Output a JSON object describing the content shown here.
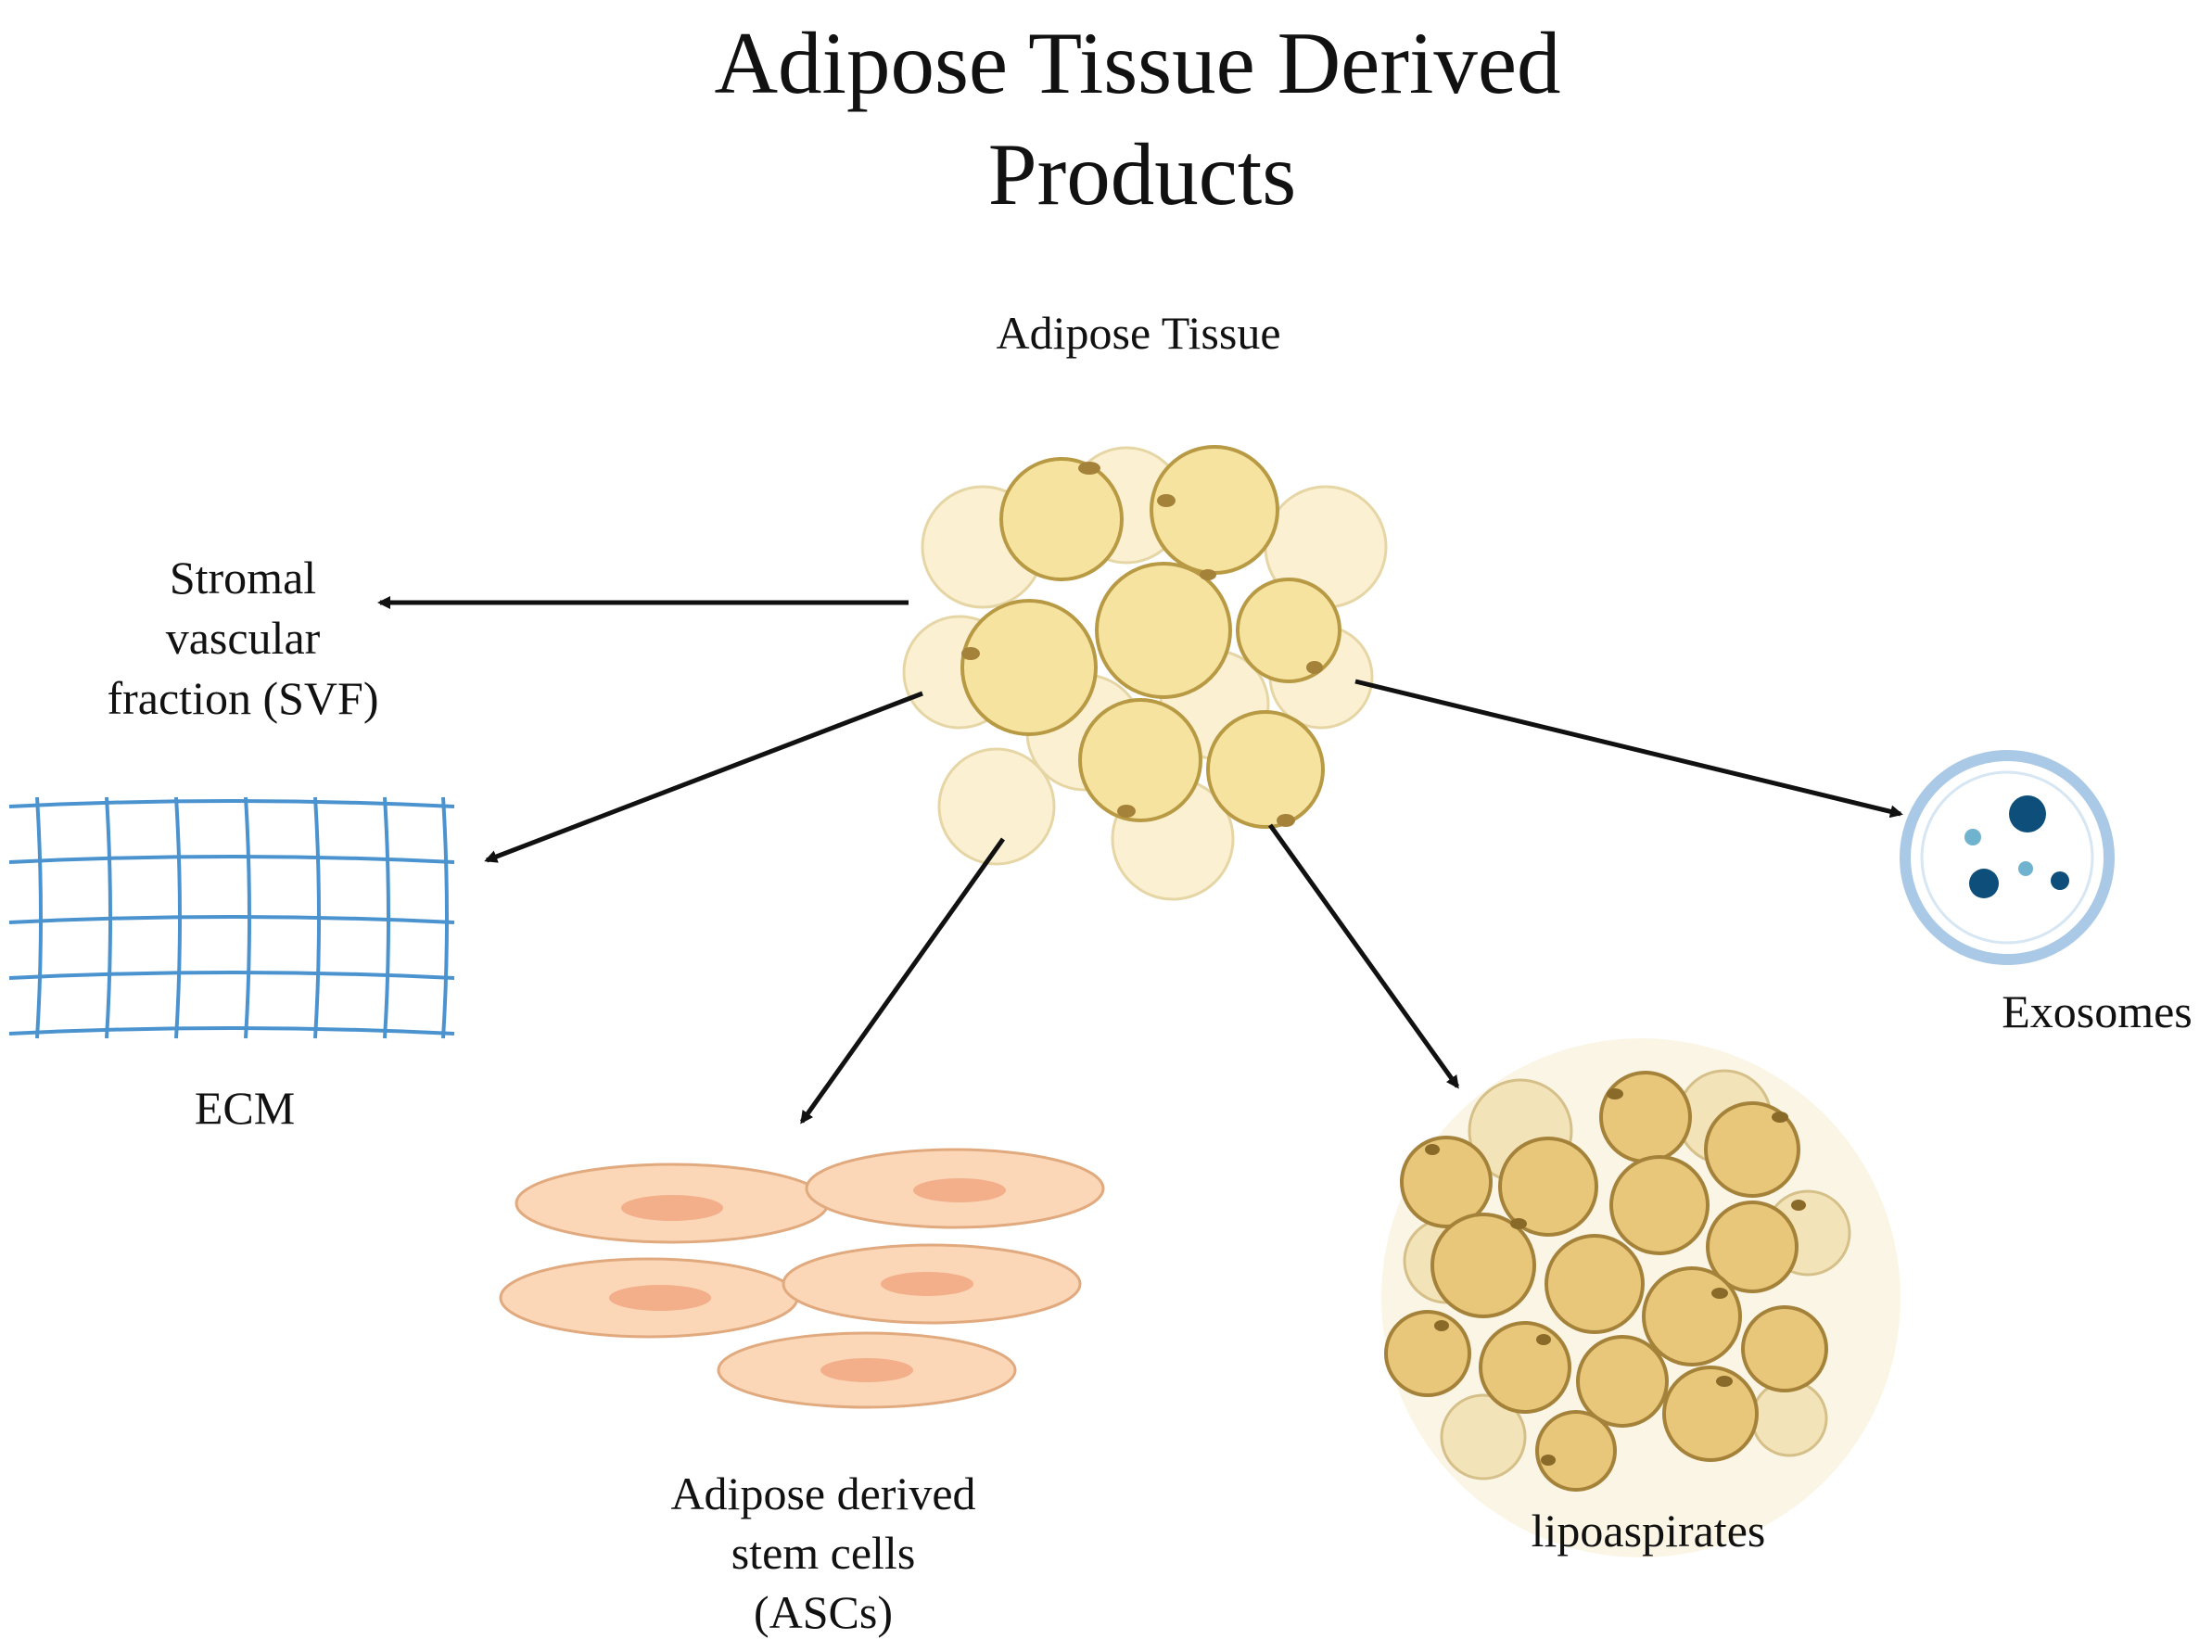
{
  "title": {
    "line1": "Adipose Tissue Derived",
    "line2": "Products"
  },
  "source": {
    "label": "Adipose Tissue"
  },
  "products": {
    "svf": {
      "line1": "Stromal",
      "line2": "vascular",
      "line3": "fraction (SVF)"
    },
    "ecm": {
      "label": "ECM"
    },
    "ascs": {
      "line1": "Adipose derived",
      "line2": "stem cells",
      "line3": "(ASCs)"
    },
    "lipoaspirates": {
      "label": "lipoaspirates"
    },
    "exosomes": {
      "label": "Exosomes"
    }
  },
  "colors": {
    "text": "#111111",
    "arrow": "#111111",
    "adipocyte_fill": "#f7e3a0",
    "adipocyte_pale": "#fbf1d2",
    "adipocyte_stroke": "#b89a45",
    "lipo_fill": "#e8c77a",
    "lipo_stroke": "#a5823a",
    "ecm_mesh": "#4a93cf",
    "stem_cell_fill": "#fbd7b8",
    "stem_cell_stroke": "#e1a97e",
    "stem_cell_nucleus": "#f3ae8a",
    "exosome_ring": "#aac9e6",
    "exosome_dark": "#0d4f7a",
    "exosome_light": "#6fb3cf"
  }
}
